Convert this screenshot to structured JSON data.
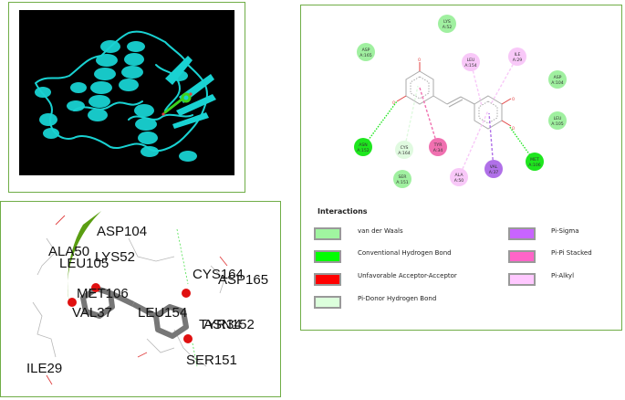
{
  "panels": {
    "protein_view": {
      "title": "Protein-ligand complex (cartoon)"
    },
    "interaction_3d": {
      "residue_labels": [
        {
          "id": "asp104",
          "text": "ASP104"
        },
        {
          "id": "ala50",
          "text": "ALA50"
        },
        {
          "id": "lys52",
          "text": "LYS52"
        },
        {
          "id": "leu105",
          "text": "LEU105"
        },
        {
          "id": "cys164",
          "text": "CYS164"
        },
        {
          "id": "asp165",
          "text": "ASP165"
        },
        {
          "id": "met106",
          "text": "MET106"
        },
        {
          "id": "val37",
          "text": "VAL37"
        },
        {
          "id": "leu154",
          "text": "LEU154"
        },
        {
          "id": "tyr34",
          "text": "TYR34"
        },
        {
          "id": "asn152",
          "text": "ASN152"
        },
        {
          "id": "ile29",
          "text": "ILE29"
        },
        {
          "id": "ser151",
          "text": "SER151"
        }
      ]
    },
    "interaction_2d": {
      "residues": [
        {
          "name": "LYS",
          "id": "A:52",
          "type": "vdw"
        },
        {
          "name": "ASP",
          "id": "A:165",
          "type": "vdw"
        },
        {
          "name": "LEU",
          "id": "A:154",
          "type": "pi_alkyl"
        },
        {
          "name": "ILE",
          "id": "A:29",
          "type": "pi_alkyl"
        },
        {
          "name": "ASP",
          "id": "A:104",
          "type": "vdw"
        },
        {
          "name": "LEU",
          "id": "A:105",
          "type": "vdw"
        },
        {
          "name": "ASN",
          "id": "A:152",
          "type": "hbond"
        },
        {
          "name": "CYS",
          "id": "A:164",
          "type": "pi_donor"
        },
        {
          "name": "TYR",
          "id": "A:34",
          "type": "pi_pi"
        },
        {
          "name": "SER",
          "id": "A:151",
          "type": "vdw"
        },
        {
          "name": "ALA",
          "id": "A:50",
          "type": "pi_alkyl"
        },
        {
          "name": "VAL",
          "id": "A:37",
          "type": "pi_sigma"
        },
        {
          "name": "MET",
          "id": "A:106",
          "type": "hbond"
        }
      ],
      "legend": {
        "title": "Interactions",
        "items": [
          {
            "label": "van der Waals",
            "color": "#a0f5a0"
          },
          {
            "label": "Conventional Hydrogen Bond",
            "color": "#00ff00"
          },
          {
            "label": "Unfavorable Acceptor-Acceptor",
            "color": "#ff0000"
          },
          {
            "label": "Pi-Donor Hydrogen Bond",
            "color": "#dcffdc"
          },
          {
            "label": "Pi-Sigma",
            "color": "#c864ff"
          },
          {
            "label": "Pi-Pi Stacked",
            "color": "#ff64c8"
          },
          {
            "label": "Pi-Alkyl",
            "color": "#ffc8ff"
          }
        ]
      }
    }
  },
  "colors": {
    "frame": "#70ad47",
    "cartoon": "#19d2d2",
    "ligand": "#3cd21e",
    "vdw": "#a0f0a0",
    "hbond": "#1ee61e",
    "pi_donor": "#e0fae0",
    "pi_sigma": "#b070e8",
    "pi_pi": "#f070b0",
    "pi_alkyl": "#f8c8f8"
  }
}
